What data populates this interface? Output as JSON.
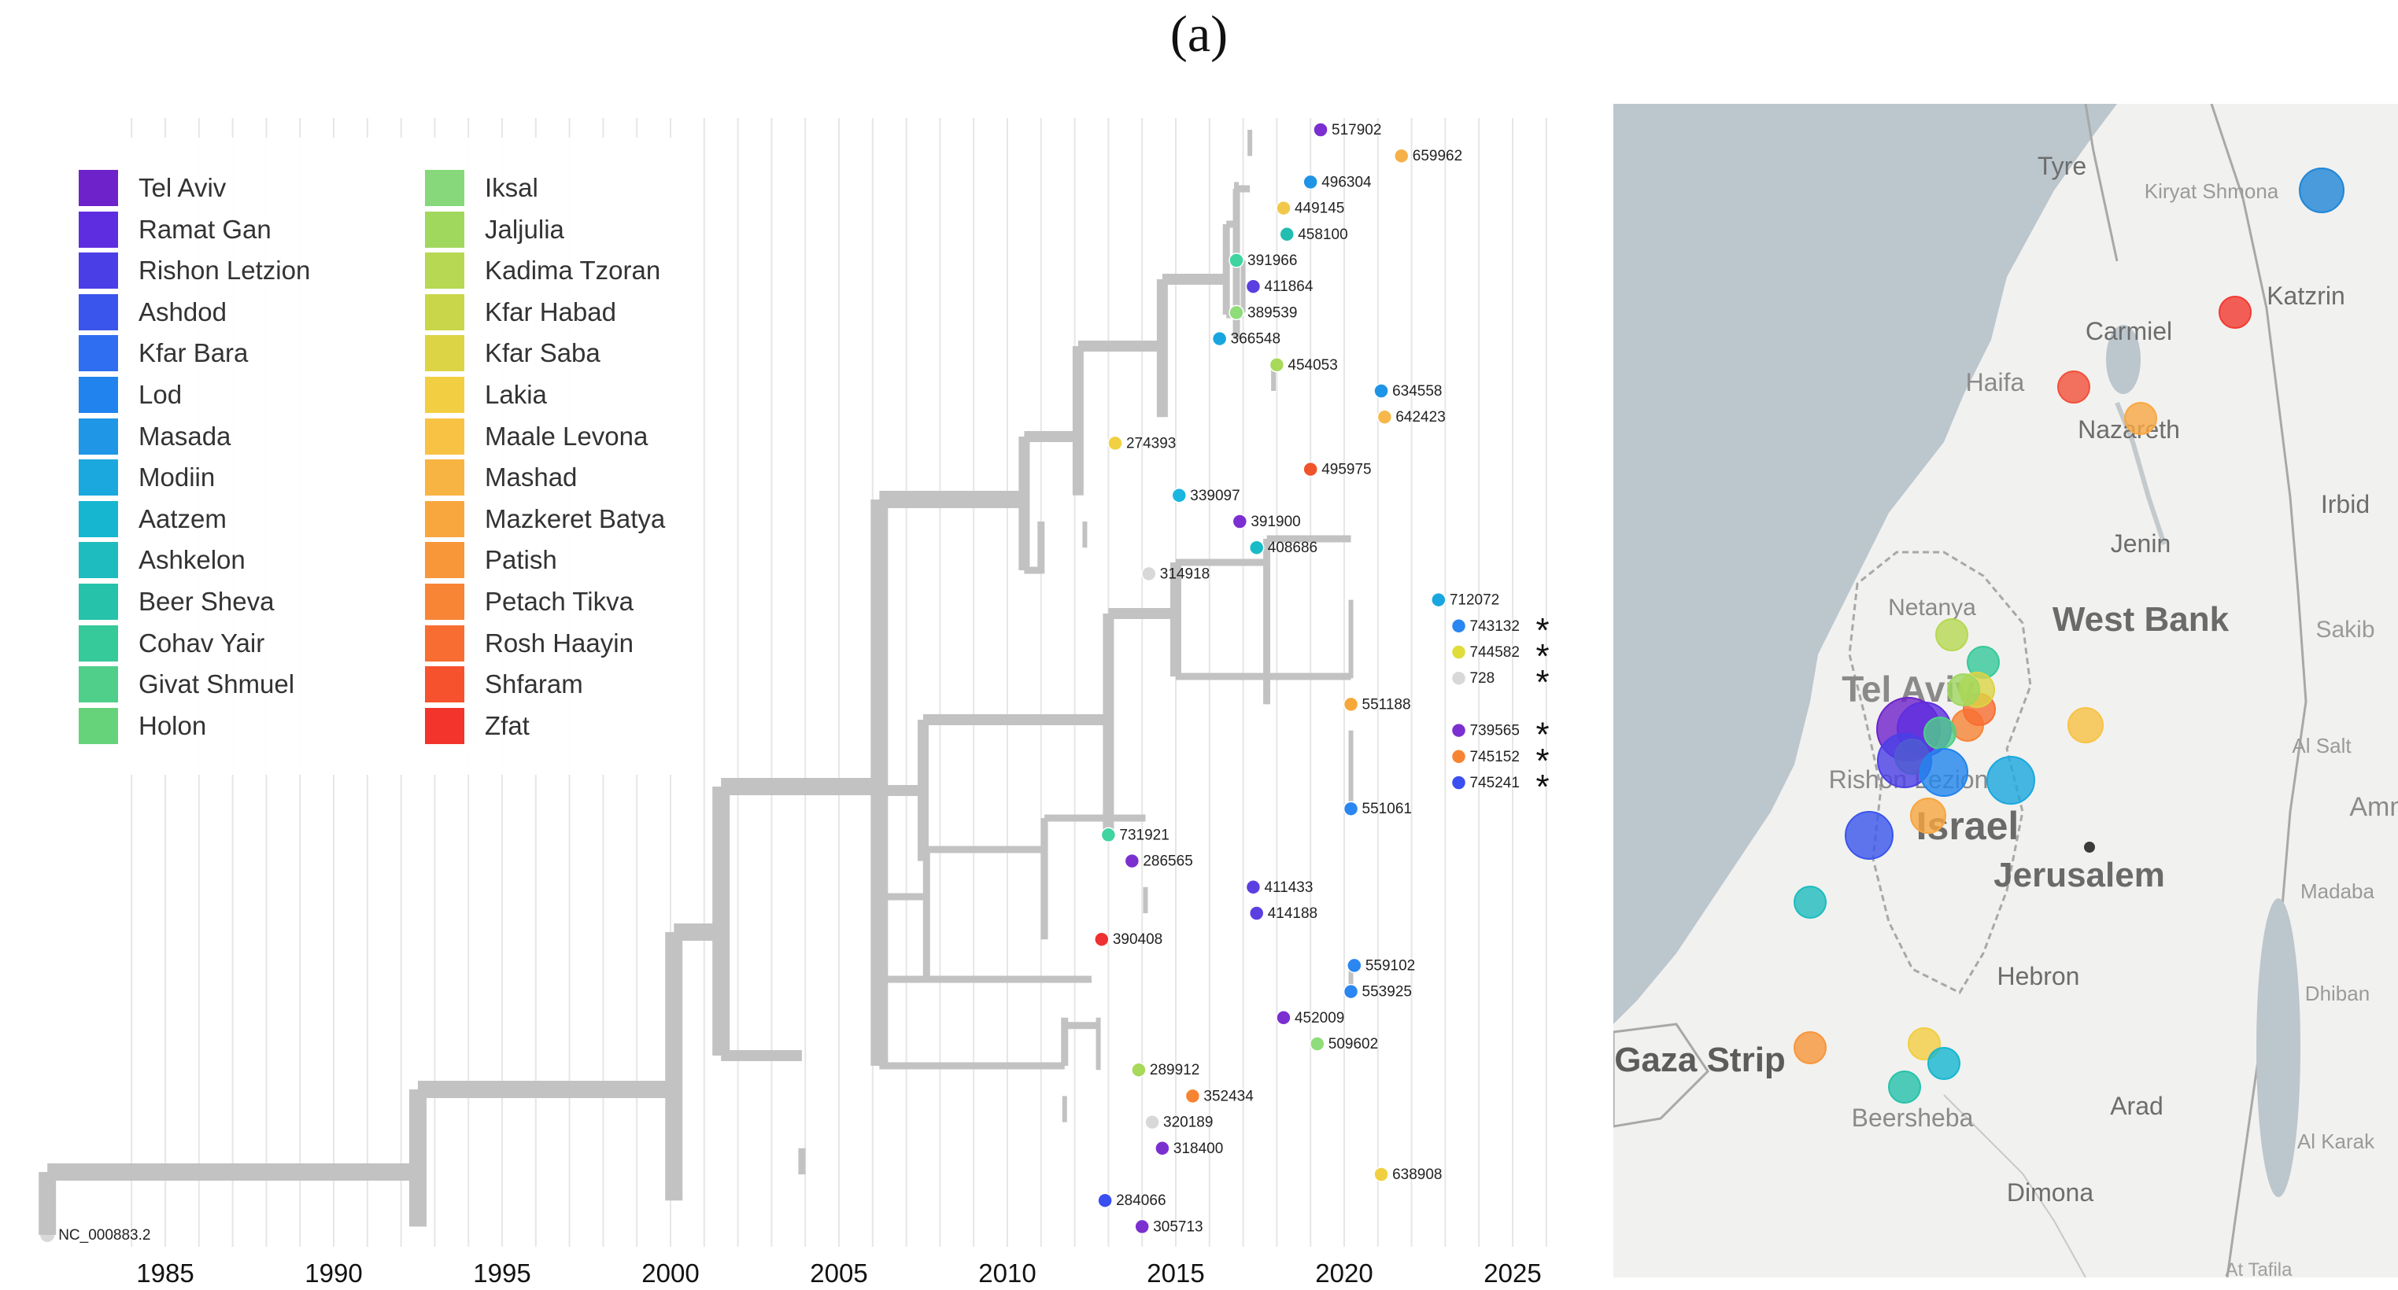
{
  "panel_label": "(a)",
  "tree": {
    "axis_years": [
      1985,
      1990,
      1995,
      2000,
      2005,
      2010,
      2015,
      2020,
      2025
    ],
    "root_label": "NC_000883.2",
    "asterisk": "*",
    "leaves": [
      {
        "label": "517902",
        "year": 2019.3,
        "color": "#7b2fd0"
      },
      {
        "label": "659962",
        "year": 2021.7,
        "color": "#f6b04a"
      },
      {
        "label": "496304",
        "year": 2019.0,
        "color": "#1f94e6"
      },
      {
        "label": "449145",
        "year": 2018.2,
        "color": "#f2c84a"
      },
      {
        "label": "458100",
        "year": 2018.3,
        "color": "#21bdb0"
      },
      {
        "label": "391966",
        "year": 2016.8,
        "color": "#3fd4a0"
      },
      {
        "label": "411864",
        "year": 2017.3,
        "color": "#5b3fe0"
      },
      {
        "label": "389539",
        "year": 2016.8,
        "color": "#8fdc7a"
      },
      {
        "label": "366548",
        "year": 2016.3,
        "color": "#19a6e0"
      },
      {
        "label": "454053",
        "year": 2018.0,
        "color": "#a8d95a"
      },
      {
        "label": "634558",
        "year": 2021.1,
        "color": "#1f94e6"
      },
      {
        "label": "642423",
        "year": 2021.2,
        "color": "#f6b84a"
      },
      {
        "label": "274393",
        "year": 2013.2,
        "color": "#f0d040"
      },
      {
        "label": "495975",
        "year": 2019.0,
        "color": "#f0542a"
      },
      {
        "label": "339097",
        "year": 2015.1,
        "color": "#19b6e0"
      },
      {
        "label": "391900",
        "year": 2016.9,
        "color": "#7b2fd0"
      },
      {
        "label": "408686",
        "year": 2017.4,
        "color": "#19bcc6"
      },
      {
        "label": "314918",
        "year": 2014.2,
        "color": "#d8d8d8"
      },
      {
        "label": "712072",
        "year": 2022.8,
        "color": "#19a6e0"
      },
      {
        "label": "743132",
        "year": 2023.4,
        "color": "#2a86f0",
        "star": true
      },
      {
        "label": "744582",
        "year": 2023.4,
        "color": "#e0dc3a",
        "star": true
      },
      {
        "label": "728",
        "year": 2023.4,
        "color": "#d8d8d8",
        "star": true
      },
      {
        "label": "551188",
        "year": 2020.2,
        "color": "#f6a93a"
      },
      {
        "label": "739565",
        "year": 2023.4,
        "color": "#7b2fd0",
        "star": true
      },
      {
        "label": "745152",
        "year": 2023.4,
        "color": "#f78432",
        "star": true
      },
      {
        "label": "745241",
        "year": 2023.4,
        "color": "#3a4ff0",
        "star": true
      },
      {
        "label": "551061",
        "year": 2020.2,
        "color": "#2a86f0"
      },
      {
        "label": "731921",
        "year": 2013.0,
        "color": "#3fd4a0"
      },
      {
        "label": "286565",
        "year": 2013.7,
        "color": "#7b2fd0"
      },
      {
        "label": "411433",
        "year": 2017.3,
        "color": "#5b3fe0"
      },
      {
        "label": "414188",
        "year": 2017.4,
        "color": "#5b3fe0"
      },
      {
        "label": "390408",
        "year": 2012.8,
        "color": "#f03030"
      },
      {
        "label": "559102",
        "year": 2020.3,
        "color": "#2a86f0"
      },
      {
        "label": "553925",
        "year": 2020.2,
        "color": "#2a86f0"
      },
      {
        "label": "452009",
        "year": 2018.2,
        "color": "#7b2fd0"
      },
      {
        "label": "509602",
        "year": 2019.2,
        "color": "#8fdc7a"
      },
      {
        "label": "289912",
        "year": 2013.9,
        "color": "#a8d95a"
      },
      {
        "label": "352434",
        "year": 2015.5,
        "color": "#f78432"
      },
      {
        "label": "320189",
        "year": 2014.3,
        "color": "#d8d8d8"
      },
      {
        "label": "318400",
        "year": 2014.6,
        "color": "#7b2fd0"
      },
      {
        "label": "638908",
        "year": 2021.1,
        "color": "#f0d040"
      },
      {
        "label": "284066",
        "year": 2012.9,
        "color": "#3a4ff0"
      },
      {
        "label": "305713",
        "year": 2014.0,
        "color": "#7b2fd0"
      }
    ]
  },
  "legend": {
    "column1": [
      {
        "label": "Tel Aviv",
        "color": "#6e22c9"
      },
      {
        "label": "Ramat Gan",
        "color": "#5e2de0"
      },
      {
        "label": "Rishon Letzion",
        "color": "#4a3fe6"
      },
      {
        "label": "Ashdod",
        "color": "#3a55ec"
      },
      {
        "label": "Kfar Bara",
        "color": "#2f6ef0"
      },
      {
        "label": "Lod",
        "color": "#2184ee"
      },
      {
        "label": "Masada",
        "color": "#1f96e6"
      },
      {
        "label": "Modiin",
        "color": "#1aa8de"
      },
      {
        "label": "Aatzem",
        "color": "#16b6d0"
      },
      {
        "label": "Ashkelon",
        "color": "#1ebcbe"
      },
      {
        "label": "Beer Sheva",
        "color": "#26c2aa"
      },
      {
        "label": "Cohav Yair",
        "color": "#36c99a"
      },
      {
        "label": "Givat Shmuel",
        "color": "#4fcf8a"
      },
      {
        "label": "Holon",
        "color": "#66d37a"
      }
    ],
    "column2": [
      {
        "label": "Iksal",
        "color": "#86d87a"
      },
      {
        "label": "Jaljulia",
        "color": "#a0d85e"
      },
      {
        "label": "Kadima Tzoran",
        "color": "#b6d852"
      },
      {
        "label": "Kfar Habad",
        "color": "#cad64a"
      },
      {
        "label": "Kfar Saba",
        "color": "#dcd444"
      },
      {
        "label": "Lakia",
        "color": "#f2ce42"
      },
      {
        "label": "Maale Levona",
        "color": "#f8c244"
      },
      {
        "label": "Mashad",
        "color": "#f8b442"
      },
      {
        "label": "Mazkeret Batya",
        "color": "#f8a63e"
      },
      {
        "label": "Patish",
        "color": "#f8963a"
      },
      {
        "label": "Petach Tikva",
        "color": "#f88436"
      },
      {
        "label": "Rosh Haayin",
        "color": "#f86e32"
      },
      {
        "label": "Shfaram",
        "color": "#f6522e"
      },
      {
        "label": "Zfat",
        "color": "#f2342c"
      }
    ]
  },
  "map": {
    "labels": [
      {
        "text": "Tyre",
        "kind": "city"
      },
      {
        "text": "Kiryat Shmona",
        "kind": "small"
      },
      {
        "text": "Katzrin",
        "kind": "city"
      },
      {
        "text": "Carmiel",
        "kind": "city"
      },
      {
        "text": "Haifa",
        "kind": "city"
      },
      {
        "text": "Nazareth",
        "kind": "city"
      },
      {
        "text": "Irbid",
        "kind": "city"
      },
      {
        "text": "Jenin",
        "kind": "city"
      },
      {
        "text": "Netanya",
        "kind": "city"
      },
      {
        "text": "West Bank",
        "kind": "region"
      },
      {
        "text": "Sakib",
        "kind": "small"
      },
      {
        "text": "Tel Aviv",
        "kind": "major"
      },
      {
        "text": "Al Salt",
        "kind": "small"
      },
      {
        "text": "Rishon Lezion",
        "kind": "city"
      },
      {
        "text": "Amm",
        "kind": "city"
      },
      {
        "text": "Israel",
        "kind": "country"
      },
      {
        "text": "Jerusalem",
        "kind": "major"
      },
      {
        "text": "Madaba",
        "kind": "small"
      },
      {
        "text": "Hebron",
        "kind": "city"
      },
      {
        "text": "Dhiban",
        "kind": "small"
      },
      {
        "text": "Gaza Strip",
        "kind": "region"
      },
      {
        "text": "Arad",
        "kind": "city"
      },
      {
        "text": "Beersheba",
        "kind": "city"
      },
      {
        "text": "Al Karak",
        "kind": "small"
      },
      {
        "text": "Dimona",
        "kind": "city"
      },
      {
        "text": "At Tafila",
        "kind": "small"
      }
    ],
    "markers": [
      {
        "name": "kiryat-shmona",
        "color": "#1f86d6"
      },
      {
        "name": "zfat",
        "color": "#f23a30"
      },
      {
        "name": "shfaram",
        "color": "#f2503a"
      },
      {
        "name": "iksal",
        "color": "#f8a842"
      },
      {
        "name": "kadima",
        "color": "#b6d852"
      },
      {
        "name": "cohav-yair",
        "color": "#36c99a"
      },
      {
        "name": "tel-aviv",
        "color": "#6e22c9"
      },
      {
        "name": "ramat-gan",
        "color": "#5e2de0"
      },
      {
        "name": "petach-tikva",
        "color": "#f88436"
      },
      {
        "name": "rosh-haayin",
        "color": "#f86e32"
      },
      {
        "name": "kfar-saba",
        "color": "#dcd444"
      },
      {
        "name": "jaljulia",
        "color": "#a0d85e"
      },
      {
        "name": "givat-shmuel",
        "color": "#4fcf8a"
      },
      {
        "name": "holon",
        "color": "#66d37a"
      },
      {
        "name": "rishon",
        "color": "#4a3fe6"
      },
      {
        "name": "lod",
        "color": "#2184ee"
      },
      {
        "name": "modiin",
        "color": "#1aa8de"
      },
      {
        "name": "mazkeret-batya",
        "color": "#f8a63e"
      },
      {
        "name": "ashdod",
        "color": "#3a55ec"
      },
      {
        "name": "ashkelon",
        "color": "#1ebcbe"
      },
      {
        "name": "maale-levona",
        "color": "#f8c244"
      },
      {
        "name": "patish",
        "color": "#f8963a"
      },
      {
        "name": "lakia",
        "color": "#f2ce42"
      },
      {
        "name": "beer-sheva",
        "color": "#26c2aa"
      },
      {
        "name": "aatzem",
        "color": "#16b6d0"
      }
    ]
  }
}
